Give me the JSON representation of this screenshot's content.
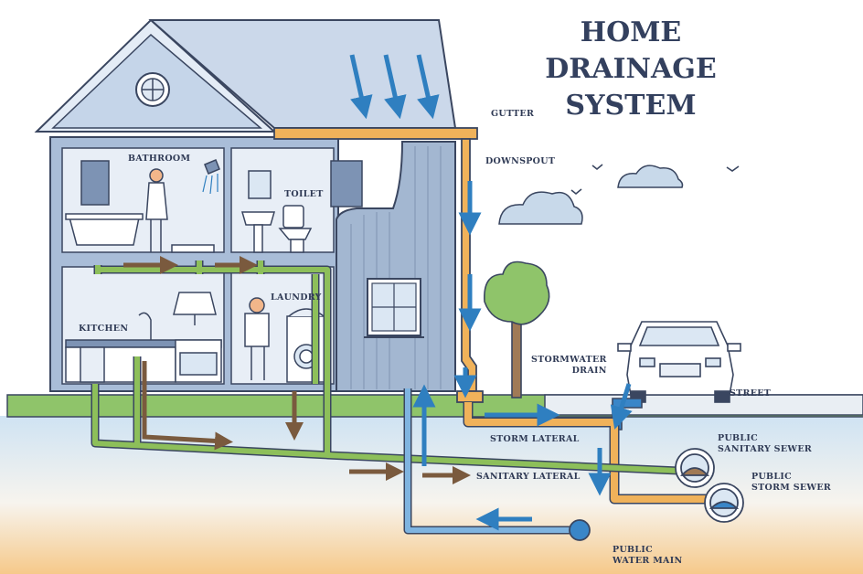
{
  "title": {
    "line1": "HOME",
    "line2": "DRAINAGE SYSTEM"
  },
  "labels": {
    "gutter": "GUTTER",
    "downspout": "DOWNSPOUT",
    "bathroom": "BATHROOM",
    "toilet": "TOILET",
    "laundry": "LAUNDRY",
    "kitchen": "KITCHEN",
    "stormwater_drain": {
      "line1": "STORMWATER",
      "line2": "DRAIN"
    },
    "street": "STREET",
    "storm_lateral": "STORM LATERAL",
    "sanitary_lateral": "SANITARY LATERAL",
    "public_sanitary_sewer": {
      "line1": "PUBLIC",
      "line2": "SANITARY SEWER"
    },
    "public_storm_sewer": {
      "line1": "PUBLIC",
      "line2": "STORM SEWER"
    },
    "public_water_main": {
      "line1": "PUBLIC",
      "line2": "WATER MAIN"
    }
  },
  "colors": {
    "roof": "#c9d7e8",
    "wall": "#a9bdd8",
    "interior": "#e8eef6",
    "outline": "#3a4660",
    "gutter_pipe": "#f0b25a",
    "sanitary_pipe": "#8dbf5a",
    "water_pipe": "#3a86c8",
    "waste_arrow": "#7a5a3e",
    "rain_arrow": "#2f7fc0",
    "grass": "#8fc46a",
    "ground": "#f6d7a8"
  }
}
